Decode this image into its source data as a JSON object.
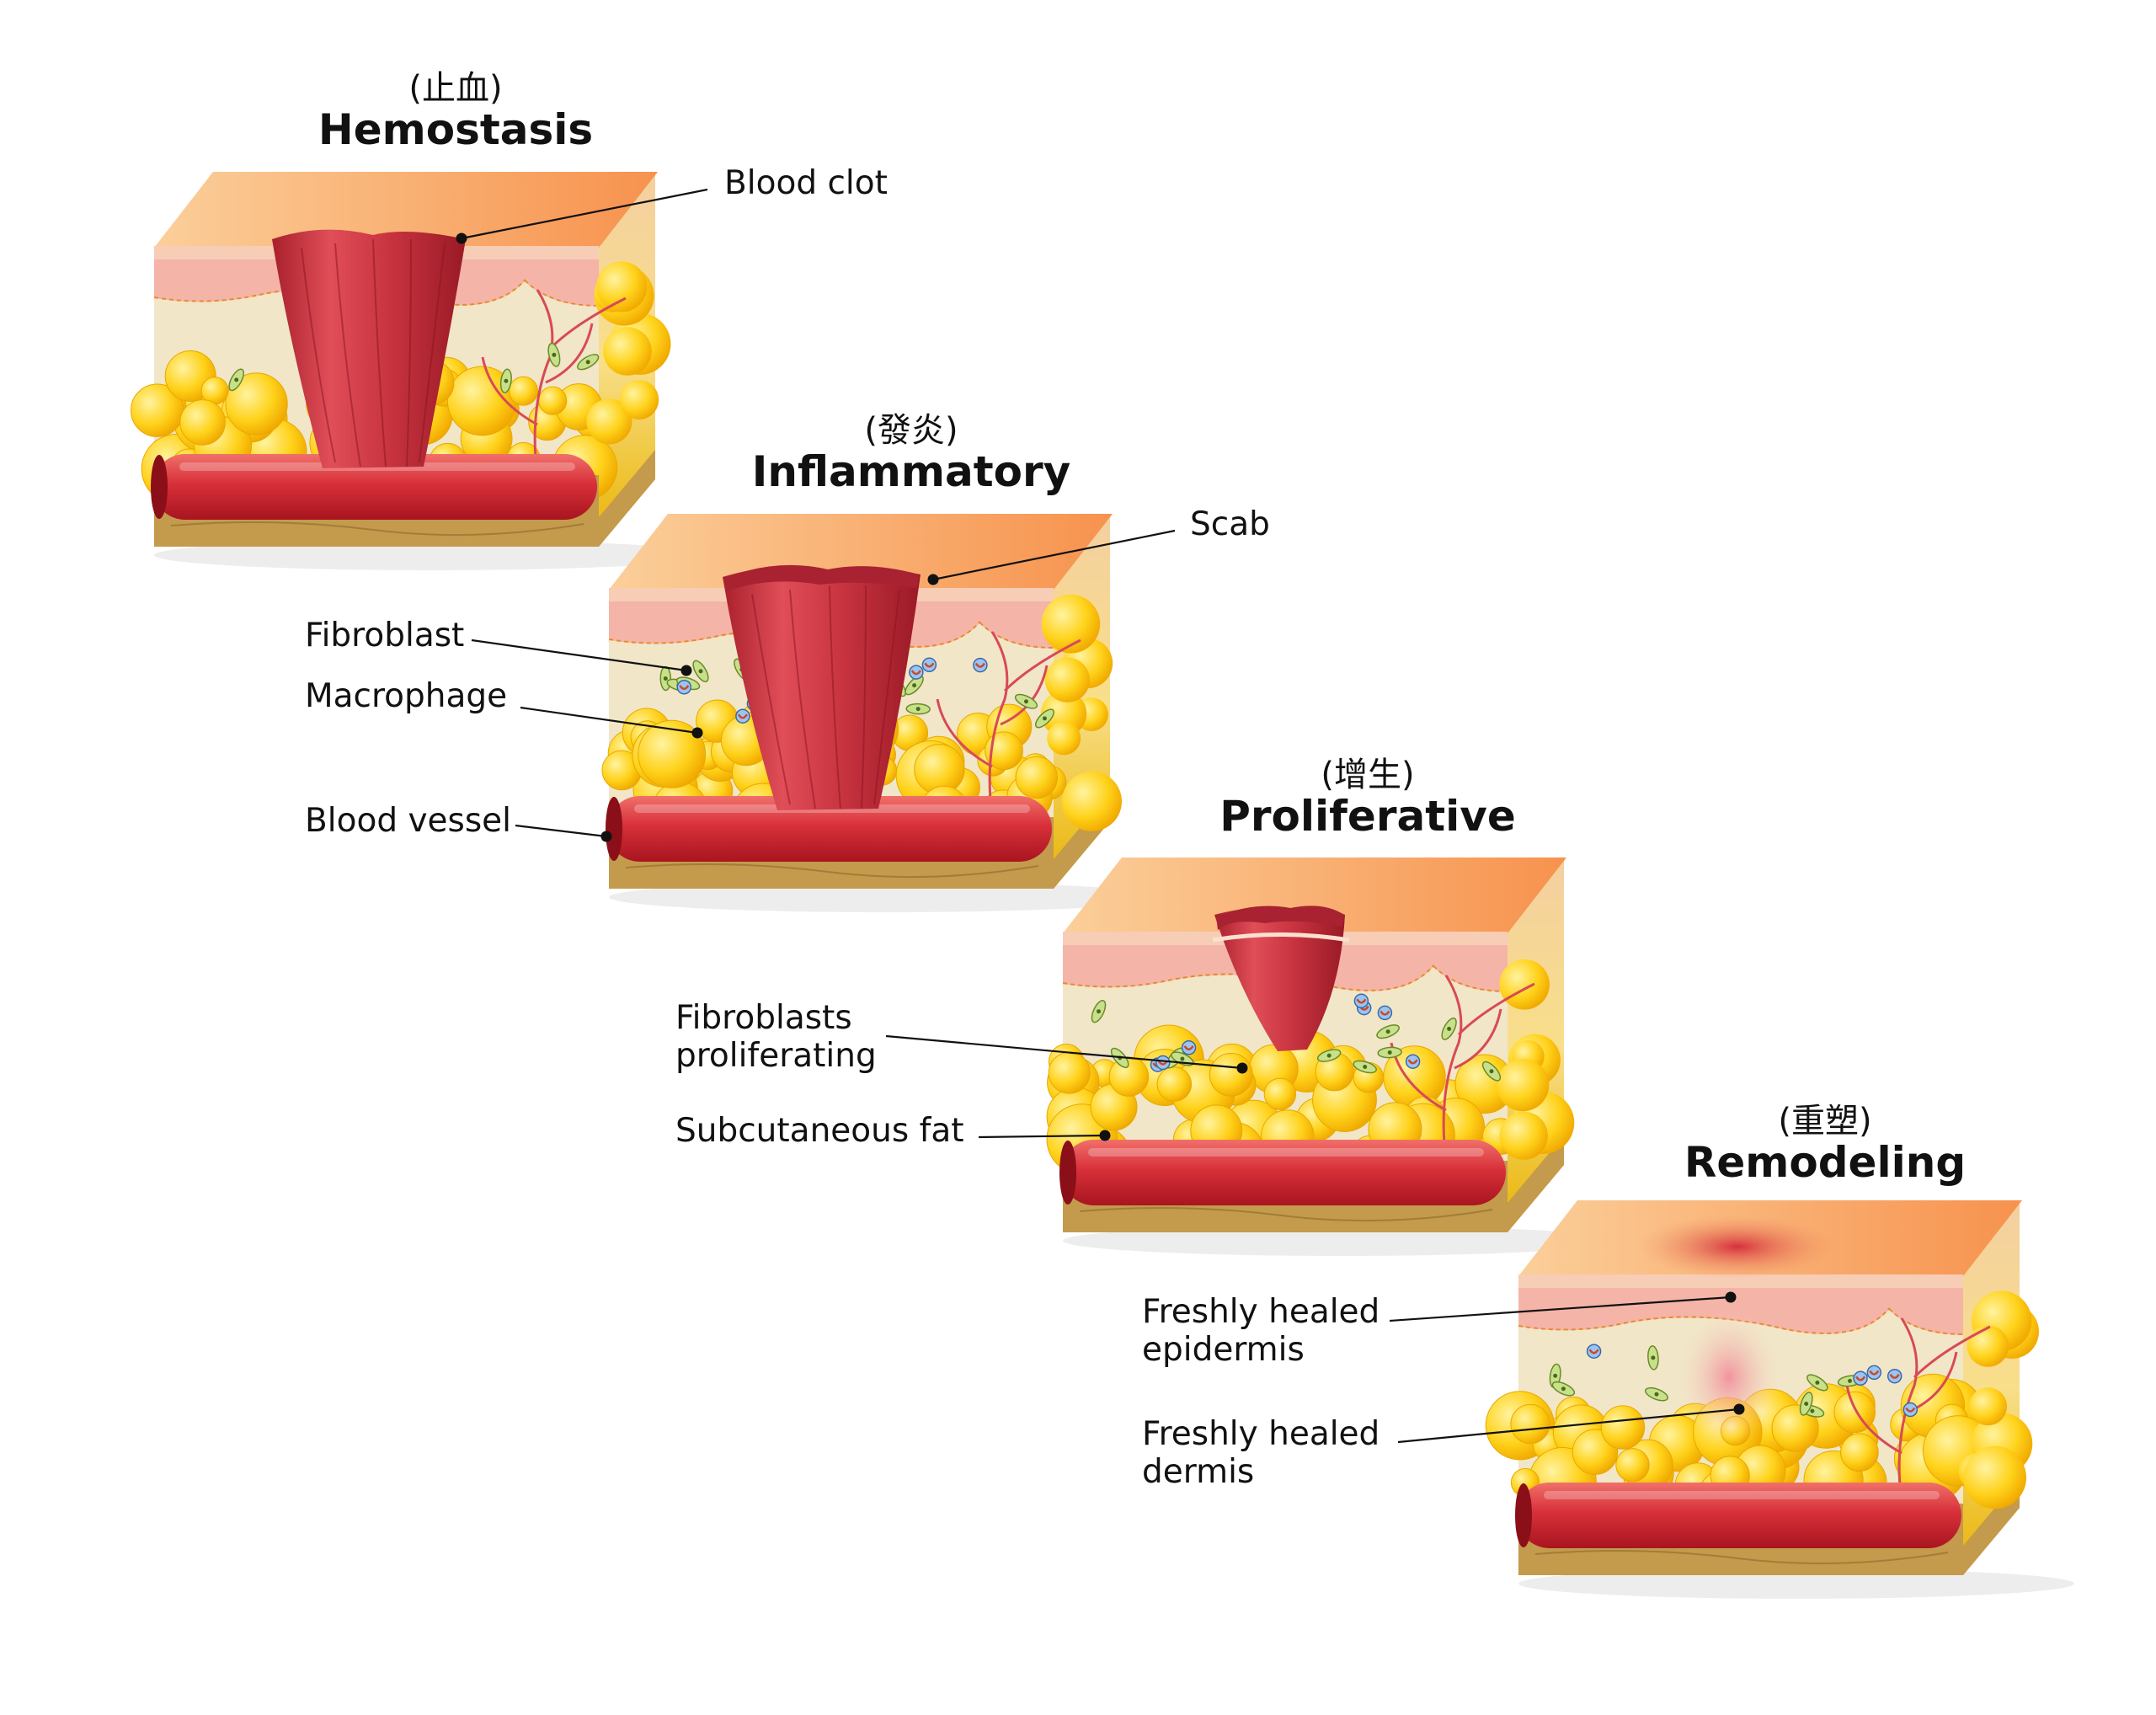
{
  "stages": [
    {
      "chinese": "(止血)",
      "title": "Hemostasis"
    },
    {
      "chinese": "(發炎)",
      "title": "Inflammatory"
    },
    {
      "chinese": "(增生)",
      "title": "Proliferative"
    },
    {
      "chinese": "(重塑)",
      "title": "Remodeling"
    }
  ],
  "labels": {
    "blood_clot": "Blood clot",
    "scab": "Scab",
    "fibroblast": "Fibroblast",
    "macrophage": "Macrophage",
    "blood_vessel": "Blood vessel",
    "fibroblasts_proliferating_1": "Fibroblasts",
    "fibroblasts_proliferating_2": "proliferating",
    "subcutaneous_fat": "Subcutaneous fat",
    "freshly_healed_epidermis_1": "Freshly healed",
    "freshly_healed_epidermis_2": "epidermis",
    "freshly_healed_dermis_1": "Freshly healed",
    "freshly_healed_dermis_2": "dermis"
  },
  "colors": {
    "skin_top": "#f59a5c",
    "epidermis": "#f5b4a8",
    "dermis": "#f1e6c8",
    "fat": "#ffd21a",
    "vessel": "#d9343a",
    "clot": "#c8323c",
    "base": "#c49a4c"
  }
}
